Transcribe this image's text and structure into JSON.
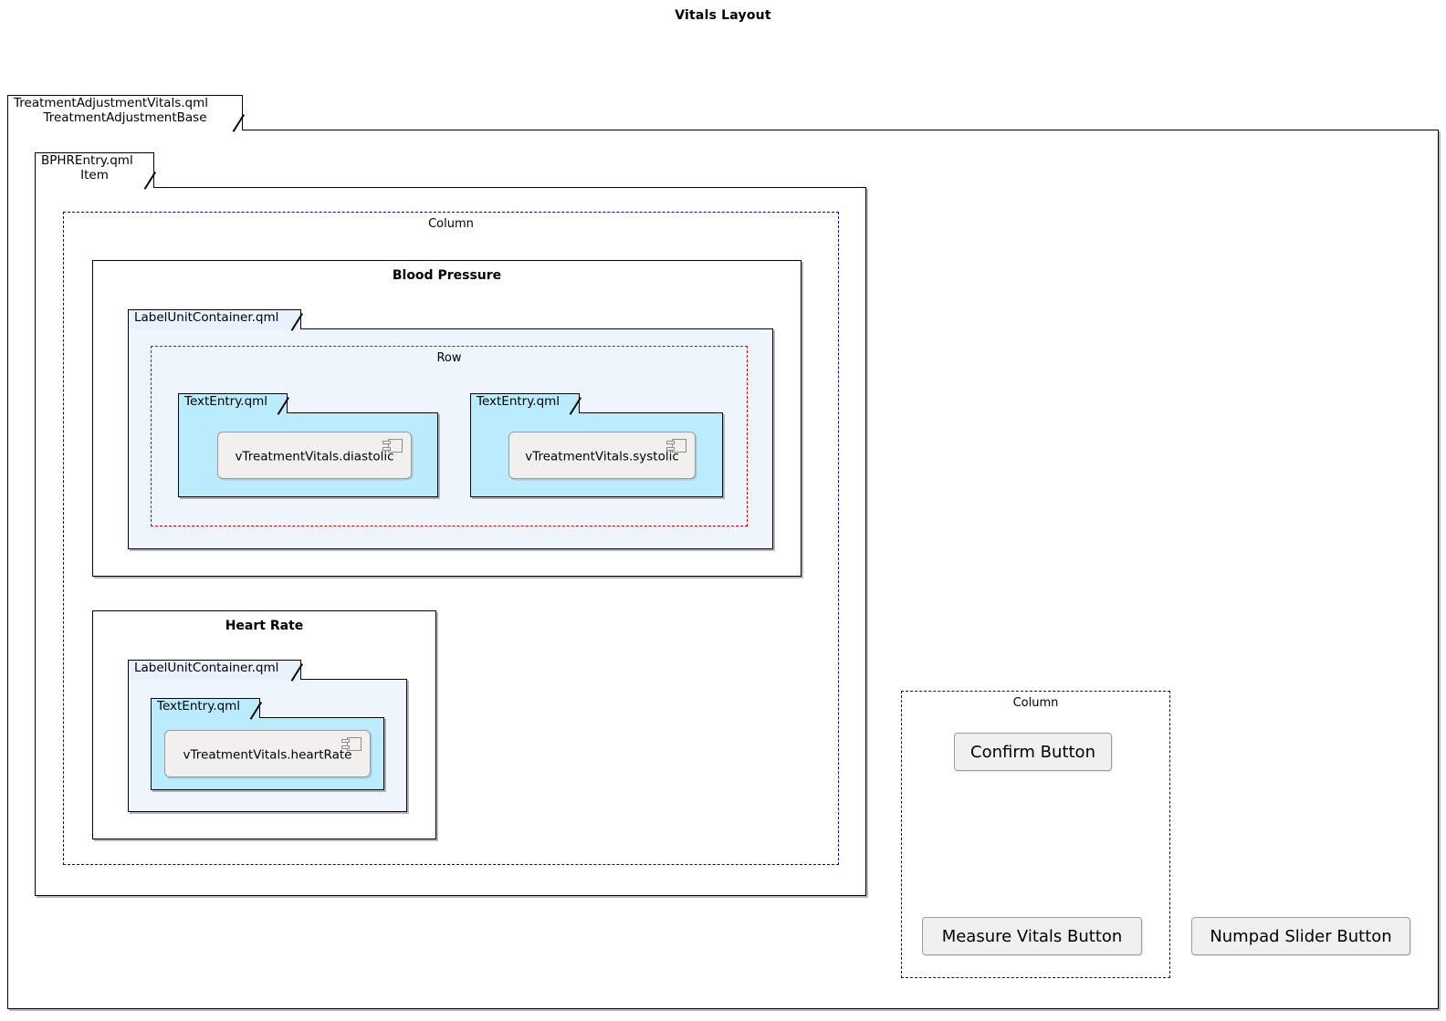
{
  "diagram": {
    "title": "Vitals Layout",
    "type": "uml-component-layout"
  },
  "colors": {
    "package_plain_fill": "#ffffff",
    "package_lightblue_fill": "#eef5fd",
    "package_cyan_fill": "#baecfd",
    "component_fill": "#f1f0ef",
    "column_dashed_border": "#0000cc",
    "row_dashed_border": "#dd0000",
    "stroke": "#000000",
    "button_fill": "#f0f0f0"
  },
  "outer_package": {
    "tab_line1": "TreatmentAdjustmentVitals.qml",
    "tab_line2": "TreatmentAdjustmentBase"
  },
  "bphr_package": {
    "tab_line1": "BPHREntry.qml",
    "tab_line2": "Item"
  },
  "left_column": {
    "label": "Column",
    "blood_pressure": {
      "title": "Blood Pressure",
      "label_unit_container": {
        "tab_line1": "LabelUnitContainer.qml"
      },
      "row": {
        "label": "Row",
        "entries": [
          {
            "tab_line1": "TextEntry.qml",
            "component_label": "vTreatmentVitals.diastolic",
            "icon": "uml-component-icon"
          },
          {
            "tab_line1": "TextEntry.qml",
            "component_label": "vTreatmentVitals.systolic",
            "icon": "uml-component-icon"
          }
        ]
      }
    },
    "heart_rate": {
      "title": "Heart Rate",
      "label_unit_container": {
        "tab_line1": "LabelUnitContainer.qml"
      },
      "entry": {
        "tab_line1": "TextEntry.qml",
        "component_label": "vTreatmentVitals.heartRate",
        "icon": "uml-component-icon"
      }
    }
  },
  "right_column": {
    "label": "Column",
    "buttons": [
      {
        "label": "Confirm Button"
      },
      {
        "label": "Measure Vitals Button"
      }
    ]
  },
  "standalone_buttons": [
    {
      "label": "Numpad Slider Button"
    }
  ]
}
